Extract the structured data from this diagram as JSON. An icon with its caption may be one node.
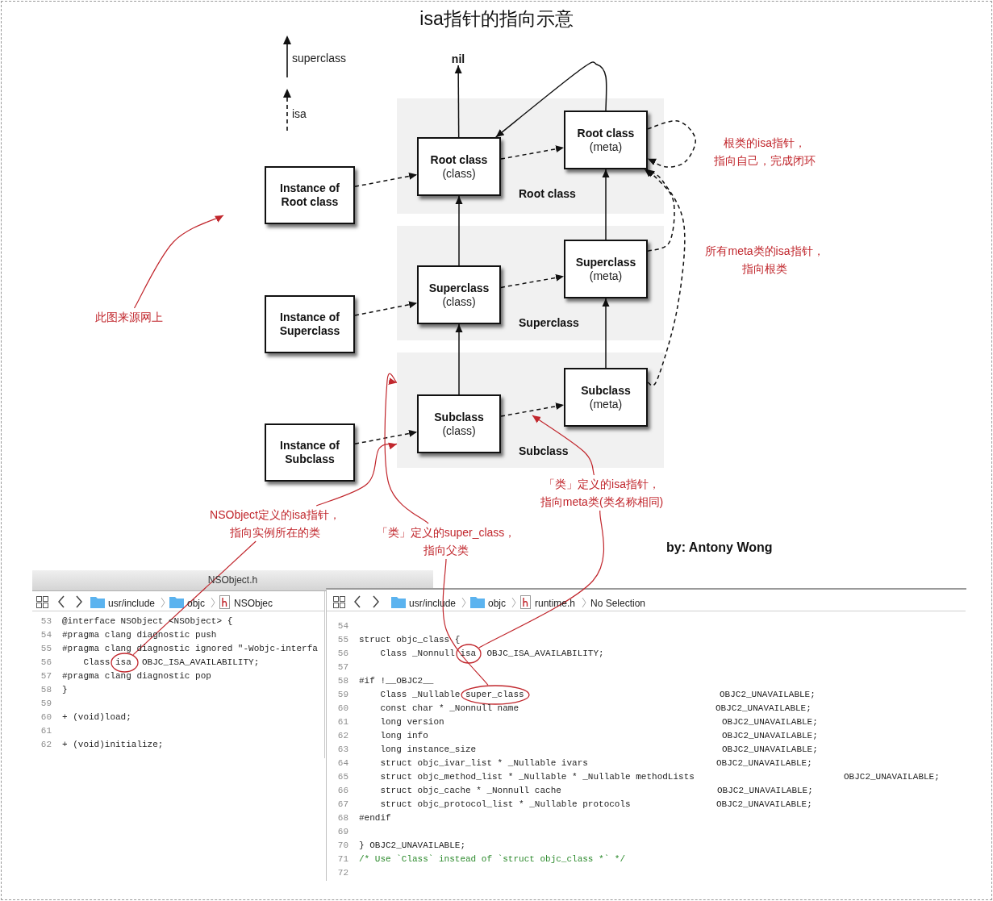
{
  "diagram": {
    "title": "isa指针的指向示意",
    "nodes": [
      {
        "text": [
          "nil"
        ]
      },
      {
        "text": [
          "Root class"
        ]
      },
      {
        "text": [
          "Root class",
          "(class)"
        ],
        "in": 1
      },
      {
        "text": [
          "Root class",
          "(meta)"
        ],
        "in": 1
      },
      {
        "text": [
          "Instance of Root class"
        ]
      },
      {
        "text": [
          "Superclass"
        ]
      },
      {
        "text": [
          "Superclass",
          "(class)"
        ],
        "in": 5
      },
      {
        "text": [
          "Superclass",
          "(meta)"
        ],
        "in": 5
      },
      {
        "text": [
          "Instance of Superclass"
        ]
      },
      {
        "text": [
          "此图来源网上"
        ]
      },
      {
        "text": [
          "Subclass"
        ]
      },
      {
        "text": [
          "Subclass",
          "(class)"
        ],
        "in": 10
      },
      {
        "text": [
          "Subclass",
          "(meta)"
        ],
        "in": 10
      },
      {
        "text": [
          "Instance of Subclass"
        ]
      },
      {
        "text": [
          "「类」定义的isa指针，指向meta类(类名称相同)"
        ]
      },
      {
        "text": [
          "NSObject定义的isa指针，指向实例所在的类"
        ]
      },
      {
        "text": [
          "「类」定义的super_class，指向父类"
        ]
      },
      {
        "text": [],
        "shape": "circle"
      },
      {
        "text": [],
        "shape": "circle"
      },
      {
        "text": [],
        "shape": "circle"
      }
    ],
    "edges": [
      {
        "from": 11,
        "to": 6,
        "arrow": "to"
      },
      {
        "from": 6,
        "to": 2,
        "arrow": "to"
      },
      {
        "from": 2,
        "to": 0,
        "arrow": "to"
      },
      {
        "from": 12,
        "to": 7,
        "arrow": "to"
      },
      {
        "from": 7,
        "to": 3,
        "arrow": "to"
      },
      {
        "from": 3,
        "to": 2,
        "arrow": "to"
      },
      {
        "from": 13,
        "to": 11,
        "arrow": "to",
        "style": "dashed"
      },
      {
        "from": 8,
        "to": 6,
        "arrow": "to",
        "style": "dashed"
      },
      {
        "from": 4,
        "to": 2,
        "arrow": "to",
        "style": "dashed"
      },
      {
        "from": 11,
        "to": 12,
        "arrow": "to",
        "style": "dashed"
      },
      {
        "from": 6,
        "to": 7,
        "arrow": "to",
        "style": "dashed"
      },
      {
        "from": 2,
        "to": 3,
        "arrow": "to",
        "style": "dashed"
      },
      {
        "from": 12,
        "to": 3,
        "arrow": "to",
        "style": "dashed"
      },
      {
        "from": 7,
        "to": 3,
        "arrow": "to",
        "style": "dashed"
      },
      {
        "from": 3,
        "to": 3,
        "arrow": "to",
        "style": "dashed"
      },
      {
        "from": 9,
        "to": null,
        "arrow": "to",
        "color": "#c1272d"
      },
      {
        "from": 15,
        "to": 10,
        "arrow": "to",
        "color": "#c1272d"
      },
      {
        "from": 15,
        "to": 17,
        "arrow": "none",
        "color": "#c1272d"
      },
      {
        "from": 16,
        "to": 10,
        "arrow": "to",
        "color": "#c1272d"
      },
      {
        "from": 16,
        "to": 19,
        "arrow": "none",
        "color": "#c1272d"
      },
      {
        "from": 14,
        "to": null,
        "arrow": "to",
        "color": "#c1272d"
      },
      {
        "from": 14,
        "to": 18,
        "arrow": "none",
        "color": "#c1272d"
      }
    ],
    "labels": [
      "根类的isa指针，指向自己，完成闭环",
      "所有meta类的isa指针，指向根类",
      "by: Antony Wong",
      "NSObject.h",
      "usr/include",
      "objc",
      "NSObjec",
      "53",
      "@interface NSObject <NSObject> {",
      "54",
      "#pragma clang diagnostic push",
      "55",
      "#pragma clang diagnostic ignored \"-Wobjc-interfa",
      "56",
      "Class isa  OBJC_ISA_AVAILABILITY;",
      "57",
      "#pragma clang diagnostic pop",
      "58",
      "}",
      "59",
      "60",
      "+ (void)load;",
      "61",
      "62",
      "+ (void)initialize;",
      "usr/include",
      "objc",
      "runtime.h",
      "No Selection",
      "54",
      "55",
      "struct objc_class {",
      "56",
      "Class _Nonnull isa  OBJC_ISA_AVAILABILITY;",
      "57",
      "58",
      "#if !__OBJC2__",
      "59",
      "Class _Nullable super_class",
      "OBJC2_UNAVAILABLE;",
      "60",
      "const char * _Nonnull name",
      "OBJC2_UNAVAILABLE;",
      "61",
      "long version",
      "OBJC2_UNAVAILABLE;",
      "62",
      "long info",
      "OBJC2_UNAVAILABLE;",
      "63",
      "long instance_size",
      "OBJC2_UNAVAILABLE;",
      "64",
      "struct objc_ivar_list * _Nullable ivars",
      "OBJC2_UNAVAILABLE;",
      "65",
      "struct objc_method_list * _Nullable * _Nullable methodLists",
      "OBJC2_UNAVAILABLE;",
      "66",
      "struct objc_cache * _Nonnull cache",
      "OBJC2_UNAVAILABLE;",
      "67",
      "struct objc_protocol_list * _Nullable protocols",
      "OBJC2_UNAVAILABLE;",
      "68",
      "#endif",
      "69",
      "70",
      "} OBJC2_UNAVAILABLE;",
      "71",
      "/* Use `Class` instead of `struct objc_class *` */",
      "72"
    ],
    "legend": [
      {
        "text": "superclass"
      },
      {
        "text": "isa"
      }
    ]
  }
}
